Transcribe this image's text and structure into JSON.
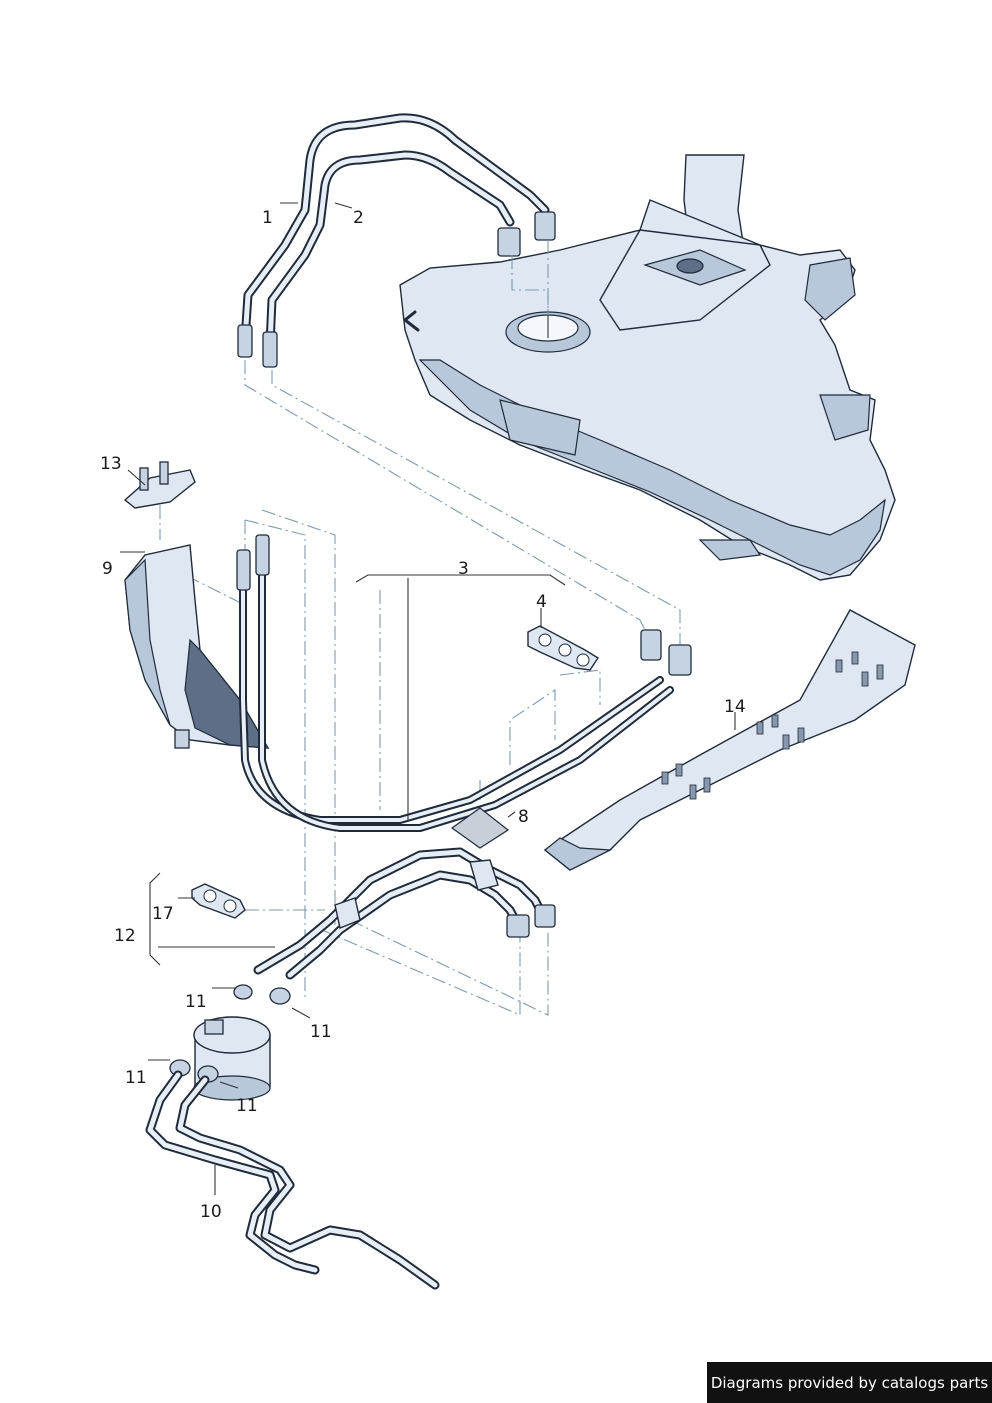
{
  "parts": [
    {
      "id": "1",
      "label": "1"
    },
    {
      "id": "2",
      "label": "2"
    },
    {
      "id": "3",
      "label": "3"
    },
    {
      "id": "4",
      "label": "4"
    },
    {
      "id": "8",
      "label": "8"
    },
    {
      "id": "9",
      "label": "9"
    },
    {
      "id": "10",
      "label": "10"
    },
    {
      "id": "11a",
      "label": "11"
    },
    {
      "id": "11b",
      "label": "11"
    },
    {
      "id": "11c",
      "label": "11"
    },
    {
      "id": "11d",
      "label": "11"
    },
    {
      "id": "12",
      "label": "12"
    },
    {
      "id": "13",
      "label": "13"
    },
    {
      "id": "14",
      "label": "14"
    },
    {
      "id": "17",
      "label": "17"
    }
  ],
  "footer": {
    "credit": "Diagrams provided by catalogs parts"
  },
  "colors": {
    "part_fill": "#dfe7f2",
    "part_shade": "#b9c7da",
    "outline": "#1f2b3a",
    "dash_line": "#7d9bb0",
    "banner": "#111111"
  }
}
